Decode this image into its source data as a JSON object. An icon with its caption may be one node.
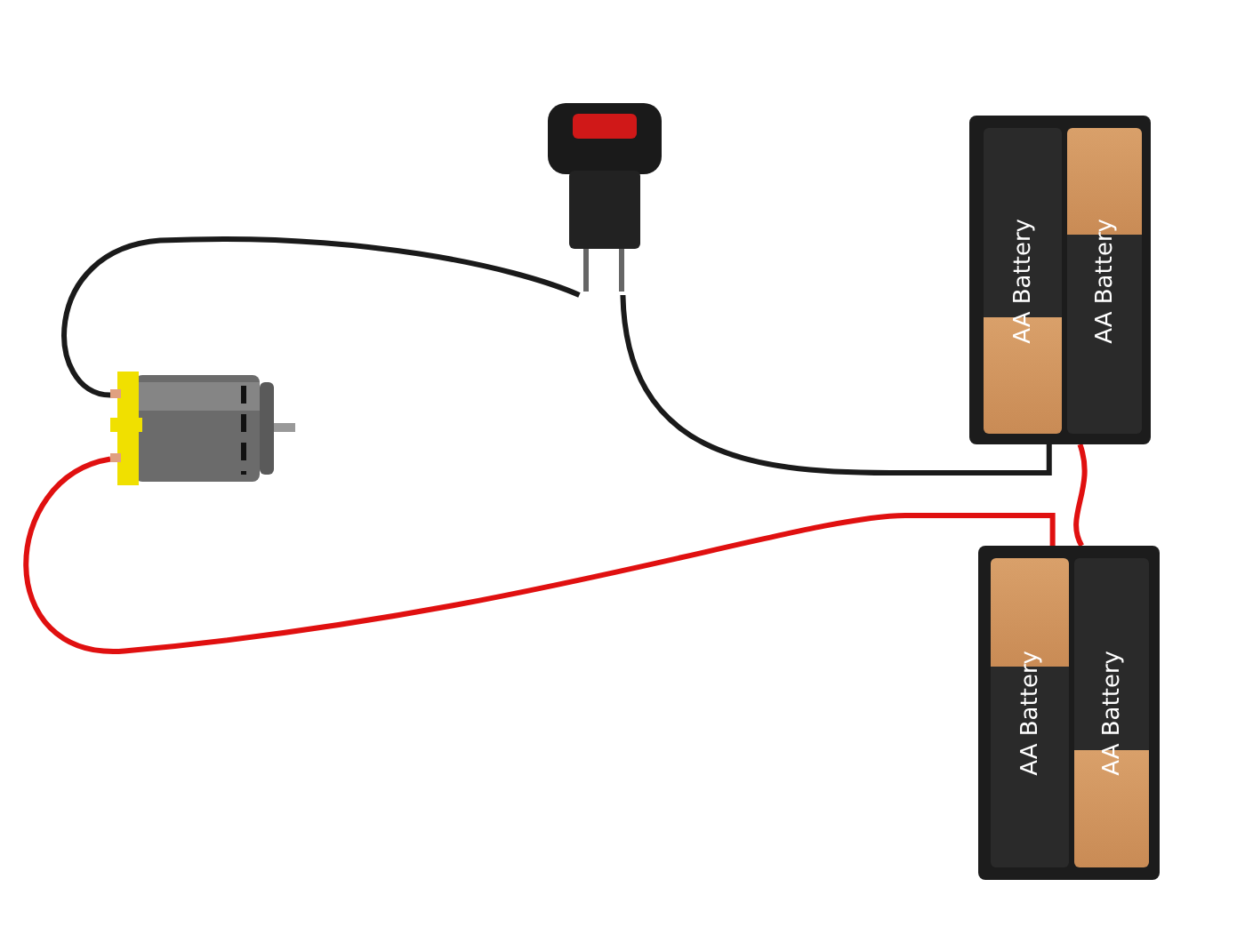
{
  "diagram": {
    "nodes": [
      {
        "text": [],
        "shape": "picture"
      },
      {
        "text": [],
        "shape": "picture"
      },
      {
        "text": [],
        "shape": "box"
      },
      {
        "text": [
          "AA Battery"
        ],
        "in": 2
      },
      {
        "text": [
          "AA Battery"
        ],
        "in": 2
      },
      {
        "text": [],
        "shape": "box"
      },
      {
        "text": [
          "AA Battery"
        ],
        "in": 5
      },
      {
        "text": [
          "AA Battery"
        ],
        "in": 5
      }
    ],
    "edges": [
      {
        "from": 0,
        "to": 1,
        "arrow": "none",
        "color": "#1a1a1a"
      },
      {
        "from": 1,
        "to": 2,
        "arrow": "none",
        "color": "#1a1a1a"
      },
      {
        "from": 2,
        "to": 5,
        "arrow": "none",
        "color": "#e01010"
      },
      {
        "from": 0,
        "to": 5,
        "arrow": "none",
        "color": "#e01010"
      }
    ]
  }
}
